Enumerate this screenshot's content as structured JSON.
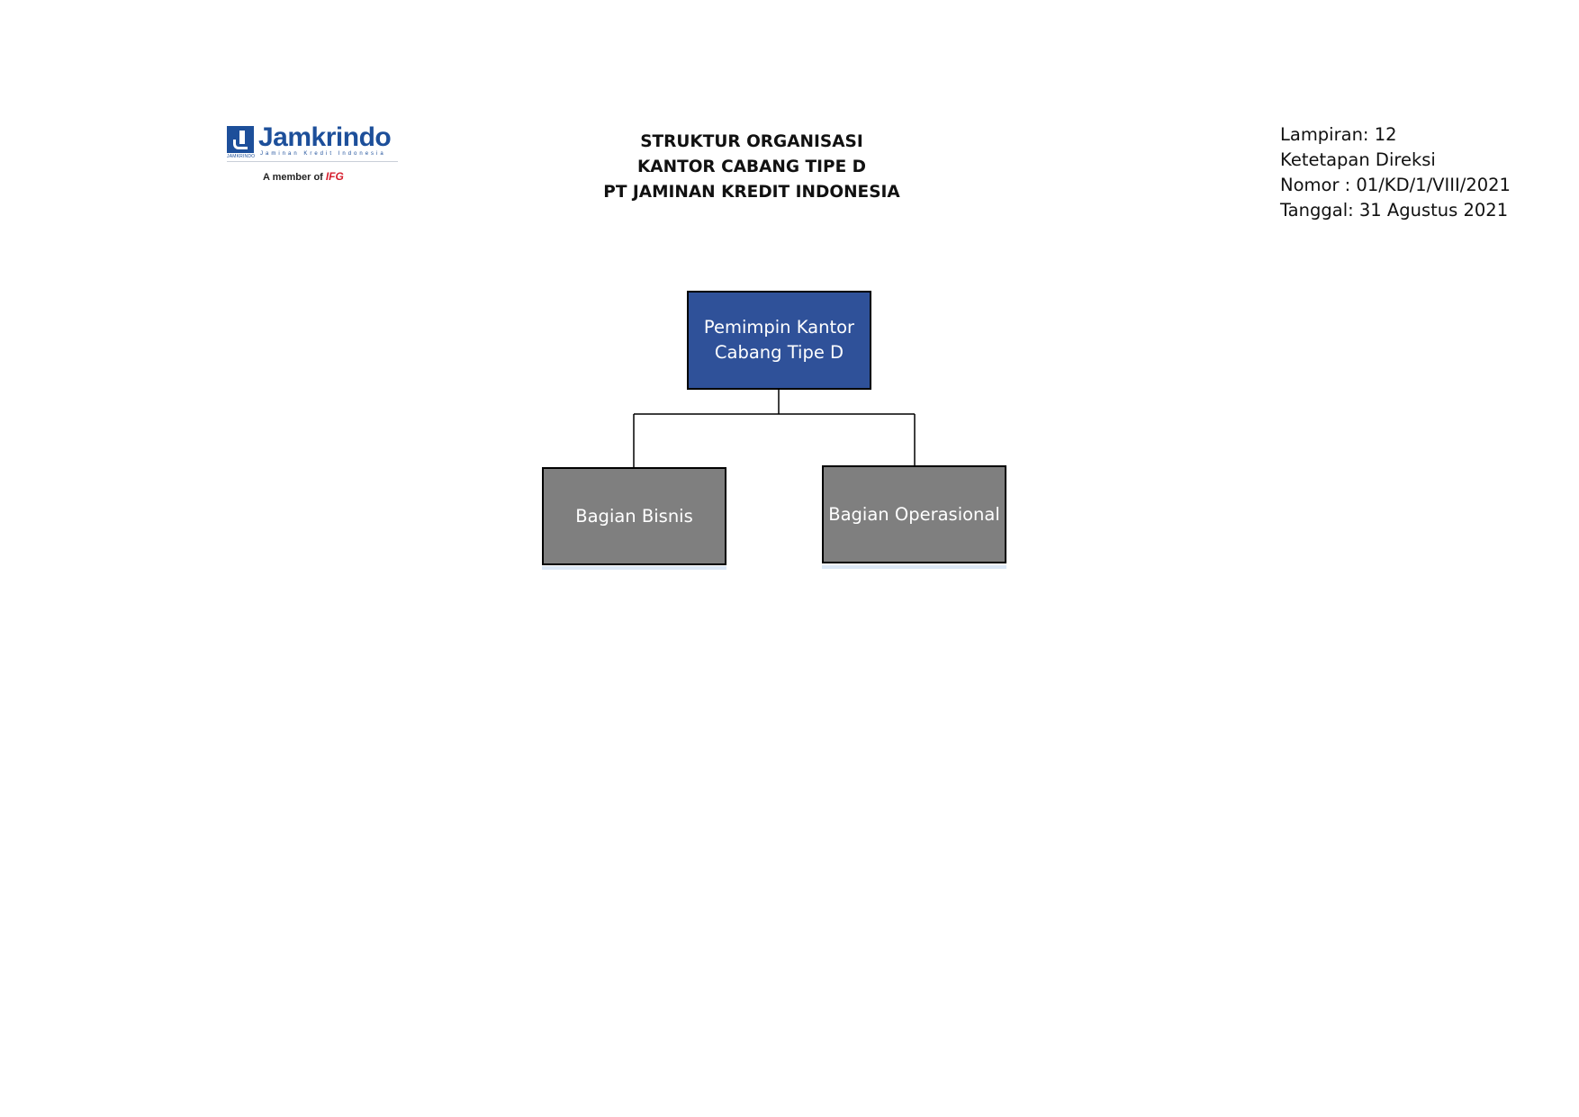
{
  "logo": {
    "word": "Jamkrindo",
    "mark_text": "JAMKRINDO",
    "tagline": "Jaminan Kredit Indonesia",
    "member_text": "A member of",
    "member_brand": "IFG",
    "colors": {
      "brand": "#1d4f9a",
      "ifg": "#d6202f"
    }
  },
  "header": {
    "title_lines": [
      "STRUKTUR ORGANISASI",
      "KANTOR CABANG TIPE D",
      "PT JAMINAN KREDIT INDONESIA"
    ]
  },
  "reference": {
    "lines": [
      "Lampiran: 12",
      "Ketetapan Direksi",
      "Nomor : 01/KD/1/VIII/2021",
      "Tanggal: 31 Agustus 2021"
    ]
  },
  "org_chart": {
    "root": {
      "label_lines": [
        "Pemimpin Kantor",
        "Cabang Tipe D"
      ],
      "color": "#2f5199"
    },
    "children": [
      {
        "label_lines": [
          "Bagian Bisnis"
        ],
        "color": "#7f7f7f"
      },
      {
        "label_lines": [
          "Bagian Operasional"
        ],
        "color": "#7f7f7f"
      }
    ]
  }
}
